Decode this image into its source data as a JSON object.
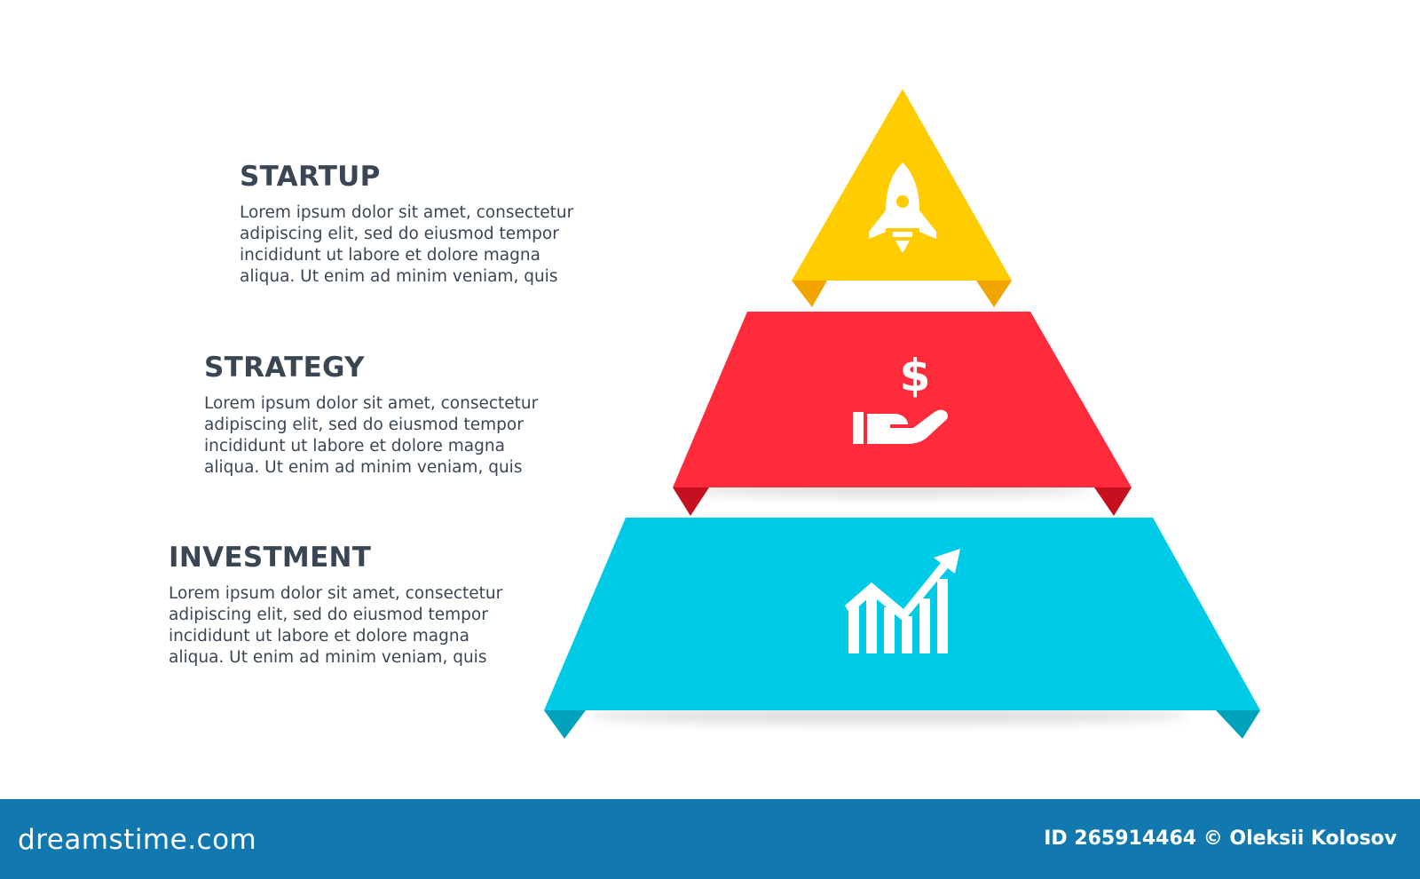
{
  "levels": [
    {
      "title": "STARTUP",
      "body": "Lorem ipsum dolor sit amet, consectetur\nadipiscing elit, sed do eiusmod tempor\nincididunt ut labore et dolore magna\naliqua. Ut enim ad minim veniam, quis",
      "color": "#ffcc00",
      "fold_color": "#f0a500",
      "icon": "rocket-icon"
    },
    {
      "title": "STRATEGY",
      "body": "Lorem ipsum dolor sit amet, consectetur\nadipiscing elit, sed do eiusmod tempor\nincididunt ut labore et dolore magna\naliqua. Ut enim ad minim veniam, quis",
      "color": "#ff2b3a",
      "fold_color": "#c4101f",
      "icon": "money-hand-icon"
    },
    {
      "title": "INVESTMENT",
      "body": "Lorem ipsum dolor sit amet, consectetur\nadipiscing elit, sed do eiusmod tempor\nincididunt ut labore et dolore magna\naliqua. Ut enim ad minim veniam, quis",
      "color": "#00cbe6",
      "fold_color": "#00a3bb",
      "icon": "growth-chart-icon"
    }
  ],
  "footer": {
    "logo": "dreamstime.com",
    "credit": "ID 265914464 © Oleksii Kolosov",
    "background": "#1178b0"
  },
  "text_color": "#3a4654"
}
